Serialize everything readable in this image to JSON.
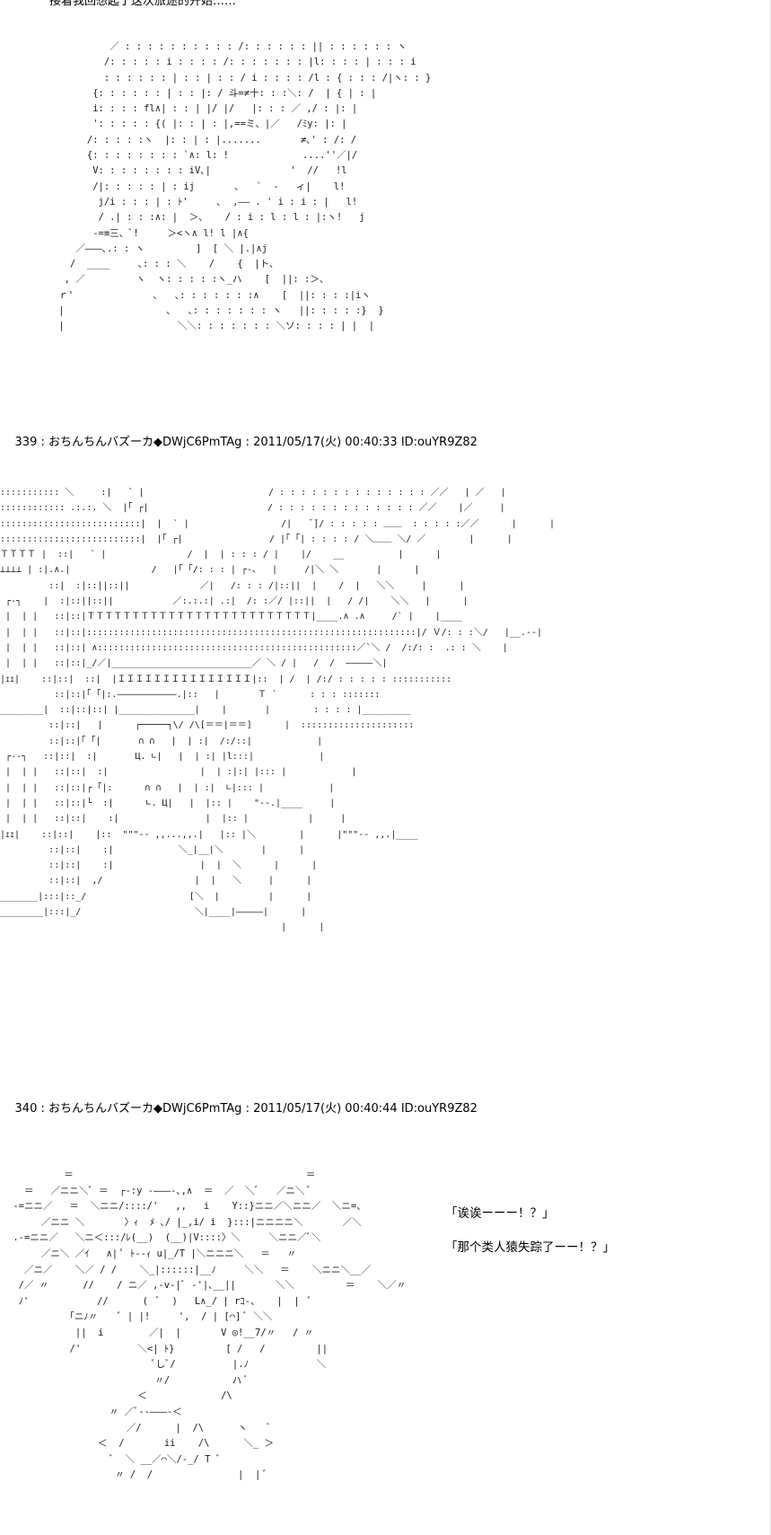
{
  "narration": "接着我回想起了这次旅途的开始……",
  "posts": [
    {
      "number": "339",
      "name": "おちんちんバズーカ",
      "trip": "◆DWjC6PmTAg",
      "datetime": "2011/05/17(火) 00:40:33",
      "id": "ID:ouYR9Z82"
    },
    {
      "number": "340",
      "name": "おちんちんバズーカ",
      "trip": "◆DWjC6PmTAg",
      "datetime": "2011/05/17(火) 00:40:44",
      "id": "ID:ouYR9Z82"
    }
  ],
  "dialogue": [
    "「诶诶ーーー！？」",
    "「那个类人猿失踪了ーー！？」"
  ],
  "ascii_art": {
    "girl_portrait": "             ／ : : : : : : : : : : /: : : : : : || : : : : : : ヽ\n            /: : : : : i : : : : /: : : : : : : |l: : : : | : : : i\n            : : : : : : | : : | : : / i : : : : /l : { : : : /|ヽ: : }\n          {: : : : : : | : : |: / 斗=≠十: : :＼: /  | { | : |\n          i: : : : fl∧| : : | |/ |/   |: : : ／ ,/ : |: |\n          ': : : : : {( |: : | : |,==ミ、|／   /ﾐy: |: |\n         /: : : : :ヽ  |: : | : |.......       ≠､' : /: /\n         {: : : : : : : : `∧: l: !             ....''／|/\n          V: : : : : : : : iV､|              '  //   !l\n          /|: : : : : | : ij       ､   `  ‐   ィ|    l!\n           j/i : : : | : ﾄ'     ､  ,―― . ' i : i : |   l!\n           / .| : : :∧: |  ＞、   / : i : l : l : |:ヽ!   j\n          -=≡三、ﾞ!     ＞<ヽ∧ l! l |∧{\n       ／―――､.: : ヽ         ]  [ ＼ |.|∧j\n      /  ____     ､: : : ＼    /    {  |ト、\n     , ／         ヽ  ヽ: : : : :ヽ_ハ    [  ||: :＞、\n    ｒ'              ､   ､: : : : : : :∧    [  ||: : : :|iヽ\n    |                  ､   ､: : : : : : : ヽ   ||: : : : :}  }\n    |                    ＼＼: : : : : : : ＼ソ: : : : | |  |",
    "castle_scene": "::::::::::: ＼     :|   ` |                       / : : : : : : : : : : : : : : ／／   | ／   |\n:::::::::::: .:.:. ＼  |｢ ┌|                      / : : : : : : : : : : : : : ／／    |／     |\n::::::::::::::::::::::::::|  |  ` |                 /|   ̄ ̄|/ : : : : : ＿＿  : : : : :／／      |      |\n::::::::::::::::::::::::::|  |｢ ┌|                / |｢ ｢| : : : : / ＼＿＿ ＼/ ／        |      |\nＴＴＴＴ |  ::|   ` |               /  |  | : : : / |    |/    __          |      |\n⊥⊥⊥⊥ | :|.∧.|               /   |｢ ｢/: : : | ┌-、  |     /|＼ ＼       |      |\n         ::|  :|::||::||             ／|   /: : : /|::||  |    /  |   ＼＼     |      |\n ┌‐┐    |  :|::||::||           ／:.:.:| .:|  /: :／/ |::||  |   / /|    ＼＼   |      |\n |  | |   ::|::|ＴＴＴＴＴＴＴＴＴＴＴＴＴＴＴＴＴＴＴＴＴＴＴＴＴ|____.∧ .∧     /` |    |____\n |  | |   ::|::|:::::::::::::::::::::::::::::::::::::::::::::::::::::::::::::|/ Ｖ/: : :＼/   |__.-‐|\n |  | |   ::|::| ∧::::::::::::::::::::::::::::::::::::::::::::::::／`＼ /  /:/: :  .: : ＼    |\n |  | |   ::|::|_/／|__________________________／ ＼ / |   /  /  ―――――＼|\n|ｪｪ|    ::|::|  ::|  |ＩＩＩＩＩＩＩＩＩＩＩＩＩＩＩ|::  | /  | /:/ : : : : : :::::::::::\n          ::|::|｢ ｢|:.―――――――――――.|::   |       Ｔ `      : : : :::::::\n________|  ::|::|::| |______________|    |       |        : : : : |_________\n         ::|::|   |      ┌─────┐\\/ /\\[＝＝|＝＝]      |  :::::::::::::::::::::\n         ::|::|｢ ｢|       ∩ ∩   |  | :|  /:/::|            |\n ┌-‐┐   ::|::|  :|       Ц. ∟|   |  | :| |l:::|            |\n |  | |   ::|::|  :|                 |  | :|:| |::: |            |\n |  | |   ::|::|┌ ｢|:      ∩ ∩   |  | :|  ∟|::: |            |\n |  | |   ::|::|└  :|      ∟. Ц|   |  |:: |    \"‐‐.|____     |\n |  | |   ::|::|    :|                |  |:: |           |     |\n|ｪｪ|    ::|::|    |::  \"\"\"‐‐ ,,...,,.|   |:: |＼        |      |\"\"\"‐‐ ,,.|____\n         ::|::|    :|            ＼_|__|＼       |      |\n         ::|::|    :|                |  |  ＼      |      |\n         ::|::|  ,/                 |  |   ＼     |      |\n_______|:::|::_/                   [＼  |         |      |\n________|:::|_/                     ＼|____|―――――|      |\n                                                    |      |",
    "crowd_scene": "          ＝                                         ＝\n   ＝   ／ニニ＼ﾞ ＝  ┌-:y ‐―――-､,∧  ＝  ／  ＼ﾞ   ／ニ＼ ﾞ\n -=ニニ／   ＝  ＼ニニ/::::/'   ,,   i    Y::}ニニ／＼ニニ／  ＼ニ=、\n      ／ニニ ＼       〉ｨ  ﾒ ､/ |_,i/ i  }:::|ニニニニ＼       ／＼\n .-=ニニ／   ＼ニ＜:::/ﾚ(__)  (__)|V::::〉＼     ＼ニニ／ﾞ＼\n      ／ニ＼ ／ｲ   ∧| ﾟ ﾄ‐‐ｨ u|_/T |＼ニニニ＼   ＝   〃\n   ／ニ／    ＼／ / /    ＼_|::::::|__ﾉ     ＼＼   ＝    ＼ニニ＼__／\n  /／ 〃      //    / ニ／ ,-v‐|ﾞ ‐'|､__||       ＼＼         ＝    ＼／〃\n  ﾉ'            //      (  ﾞ  )   L∧_/ | rｺ‐、   |  |  ﾞ\n           ｢ニﾉ〃    ﾞ | |!     ',  / | [⌒] ﾞ ＼＼\n            ||  i        ／|  |       V ◎!__7/〃   / 〃\n           /'          ＼<| ﾄ}         [ /   /         ||\n                          ﾞしﾞ/          |.ﾉ            ＼\n                          〃/           ハ ﾞ\n                       ＜             /\\ \n                  〃 ／ﾞ‐‐―――‐＜\n                     ／/      |  /\\      ヽ    ﾞ\n                ＜  /       ii    /\\      ＼_ ＞\n                  ﾞ  ＼ __／⌒＼/‐_/ T ﾞ\n                   〃 /  /               |  | ﾞ"
  }
}
